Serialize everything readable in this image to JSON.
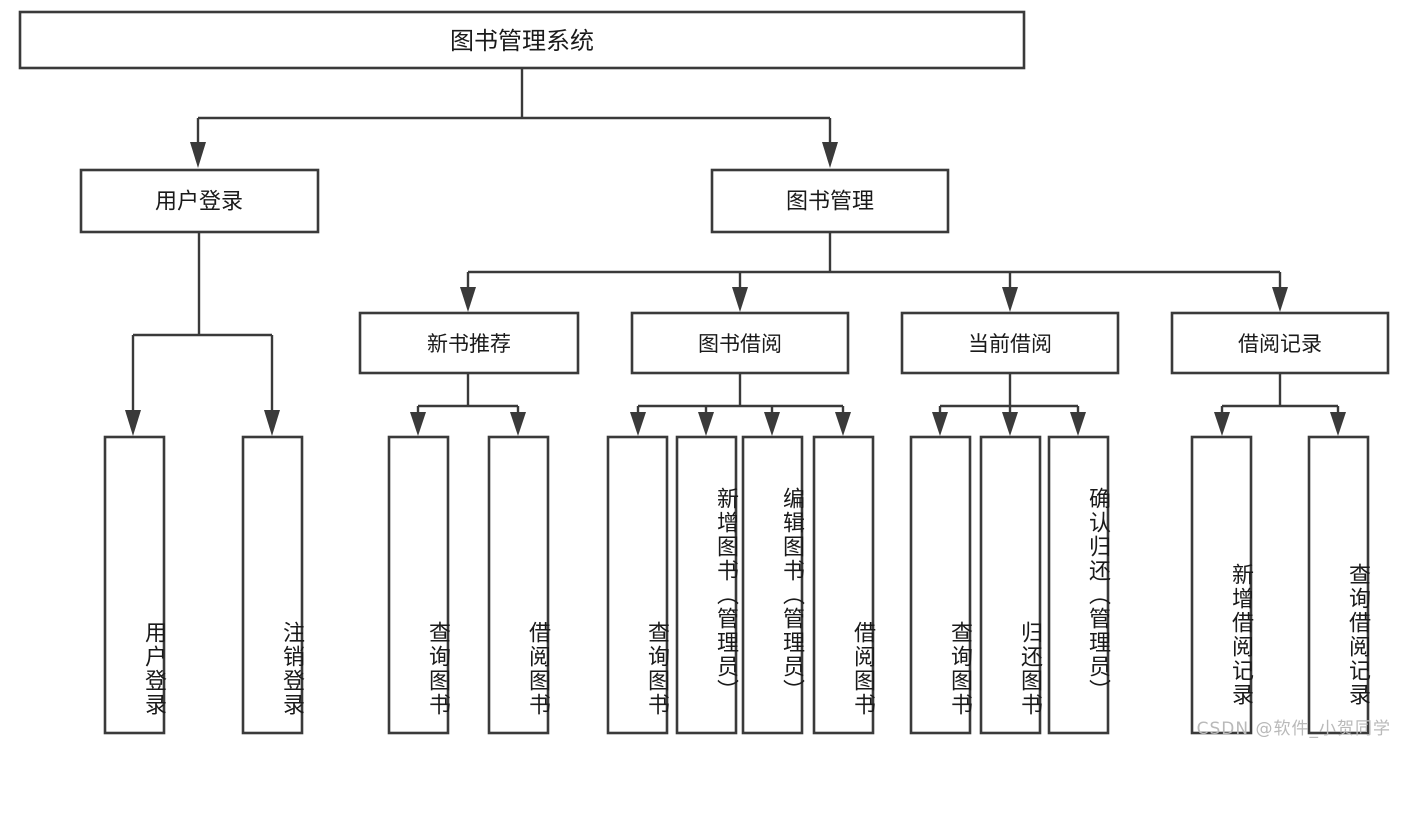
{
  "diagram": {
    "type": "tree",
    "title": "图书管理系统",
    "watermark": "CSDN @软件_小贺同学",
    "root": {
      "label": "图书管理系统"
    },
    "level2": [
      {
        "label": "用户登录"
      },
      {
        "label": "图书管理"
      }
    ],
    "level3": [
      {
        "label": "新书推荐"
      },
      {
        "label": "图书借阅"
      },
      {
        "label": "当前借阅"
      },
      {
        "label": "借阅记录"
      }
    ],
    "leaves": {
      "user_login": [
        {
          "label": "用户登录"
        },
        {
          "label": "注销登录"
        }
      ],
      "new_book_recommend": [
        {
          "label": "查询图书"
        },
        {
          "label": "借阅图书"
        }
      ],
      "book_borrow": [
        {
          "label": "查询图书"
        },
        {
          "label": "新增图书（管理员）"
        },
        {
          "label": "编辑图书（管理员）"
        },
        {
          "label": "借阅图书"
        }
      ],
      "current_borrow": [
        {
          "label": "查询图书"
        },
        {
          "label": "归还图书"
        },
        {
          "label": "确认归还（管理员）"
        }
      ],
      "borrow_record": [
        {
          "label": "新增借阅记录"
        },
        {
          "label": "查询借阅记录"
        }
      ]
    },
    "colors": {
      "stroke": "#3a3a3a",
      "fill": "#ffffff",
      "text": "#1a1a1a",
      "watermark": "#b9b9b9"
    }
  }
}
